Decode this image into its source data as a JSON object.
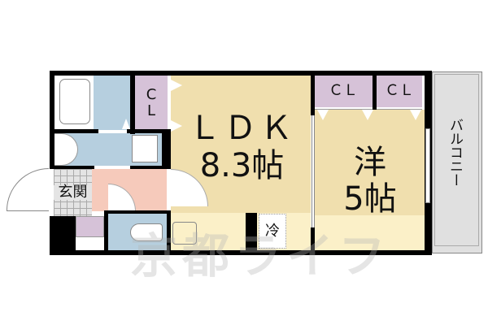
{
  "floorplan": {
    "rooms": {
      "ldk": {
        "name": "ＬＤＫ",
        "size": "8.3帖"
      },
      "western": {
        "name": "洋",
        "size": "5帖"
      },
      "entrance": {
        "name": "玄関"
      },
      "balcony": {
        "name": "バルコニー"
      },
      "closet_left": {
        "name_line1": "C",
        "name_line2": "L"
      },
      "closet_right_1": {
        "name": "ＣＬ"
      },
      "closet_right_2": {
        "name": "ＣＬ"
      },
      "fridge": {
        "name": "冷"
      }
    },
    "watermark": "京都ライフ",
    "colors": {
      "wall": "#000000",
      "ldk_floor": "#f0dfae",
      "western_floor": "#f0dfae",
      "wet_area": "#b6cfdf",
      "closet": "#d6c2d8",
      "hallway": "#f6cabb",
      "balcony": "#e0e0e0",
      "entrance_tile": "#e4e4e4",
      "kitchen_strip": "#fbf0c8"
    }
  }
}
